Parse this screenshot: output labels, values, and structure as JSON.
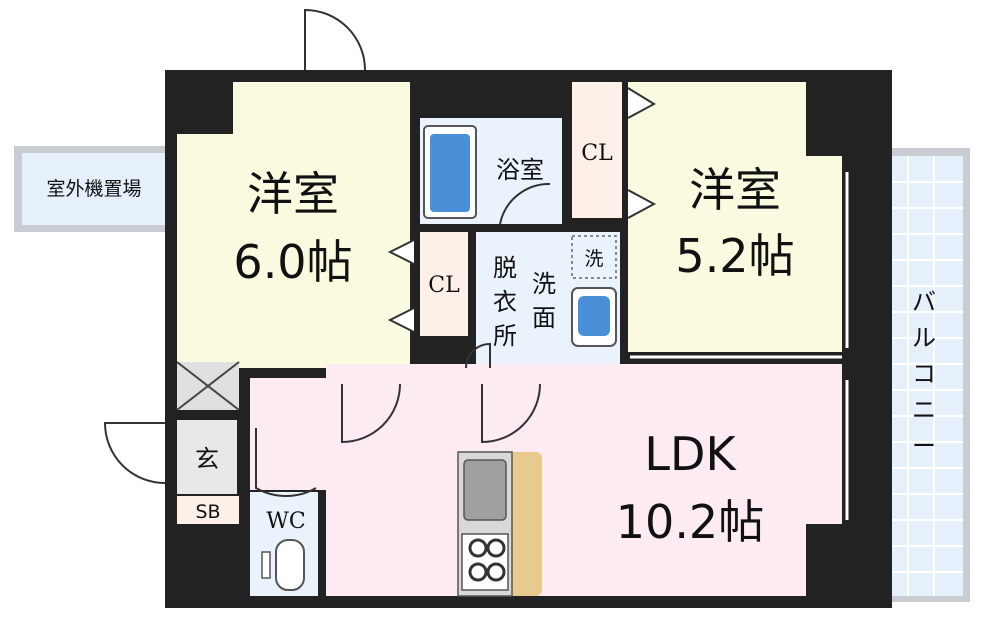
{
  "rooms": {
    "western_room_1": {
      "name": "洋室",
      "size": "6.0帖"
    },
    "western_room_2": {
      "name": "洋室",
      "size": "5.2帖"
    },
    "ldk": {
      "name": "LDK",
      "size": "10.2帖"
    },
    "bath": {
      "name": "浴室"
    },
    "dressing": {
      "line1": "脱",
      "line2": "衣",
      "line3": "所",
      "washbasin1": "洗",
      "washbasin2": "面"
    },
    "washer": "洗",
    "closet_1": "CL",
    "closet_2": "CL",
    "entrance": "玄",
    "shoe_box": "SB",
    "toilet": "WC",
    "outdoor_unit": "室外機置場",
    "balcony": [
      "バ",
      "ル",
      "コ",
      "ニ",
      "ー"
    ]
  },
  "colors": {
    "wall": "#222222",
    "western_room": "#fafae0",
    "ldk": "#fcebf2",
    "wet_area": "#eaf3fb",
    "closet": "#fdf0e8",
    "balcony": "#e6f0fa",
    "counter": "#e8c98e"
  }
}
